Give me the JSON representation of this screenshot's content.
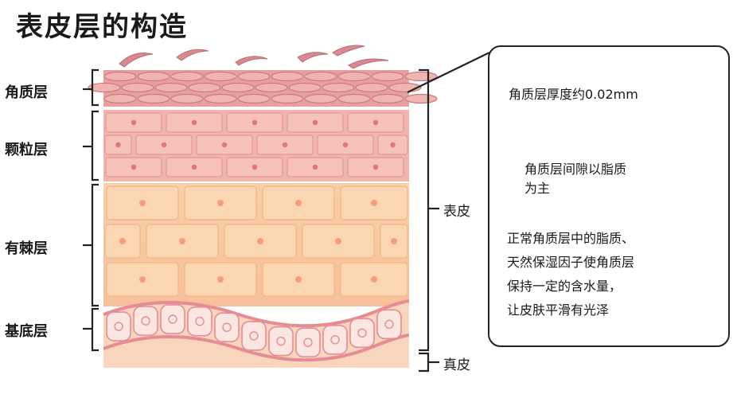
{
  "title": "表皮层的构造",
  "layers": {
    "stratum_corneum": "角质层",
    "stratum_granulosum": "颗粒层",
    "stratum_spinosum": "有棘层",
    "stratum_basale": "基底层"
  },
  "regions": {
    "epidermis": "表皮",
    "dermis": "真皮"
  },
  "notes": {
    "thickness": "角质层厚度约0.02mm",
    "lipid_gaps": "角质层间隙以脂质\n为主",
    "moisture": "正常角质层中的脂质、\n天然保湿因子使角质层\n保持一定的含水量，\n让皮肤平滑有光泽"
  },
  "colors": {
    "corneum": "#e89a9a",
    "granulosum": "#f2b3aa",
    "spinosum": "#f7c89e",
    "basale": "#f5b8b0",
    "dermis": "#f9d3b8"
  }
}
